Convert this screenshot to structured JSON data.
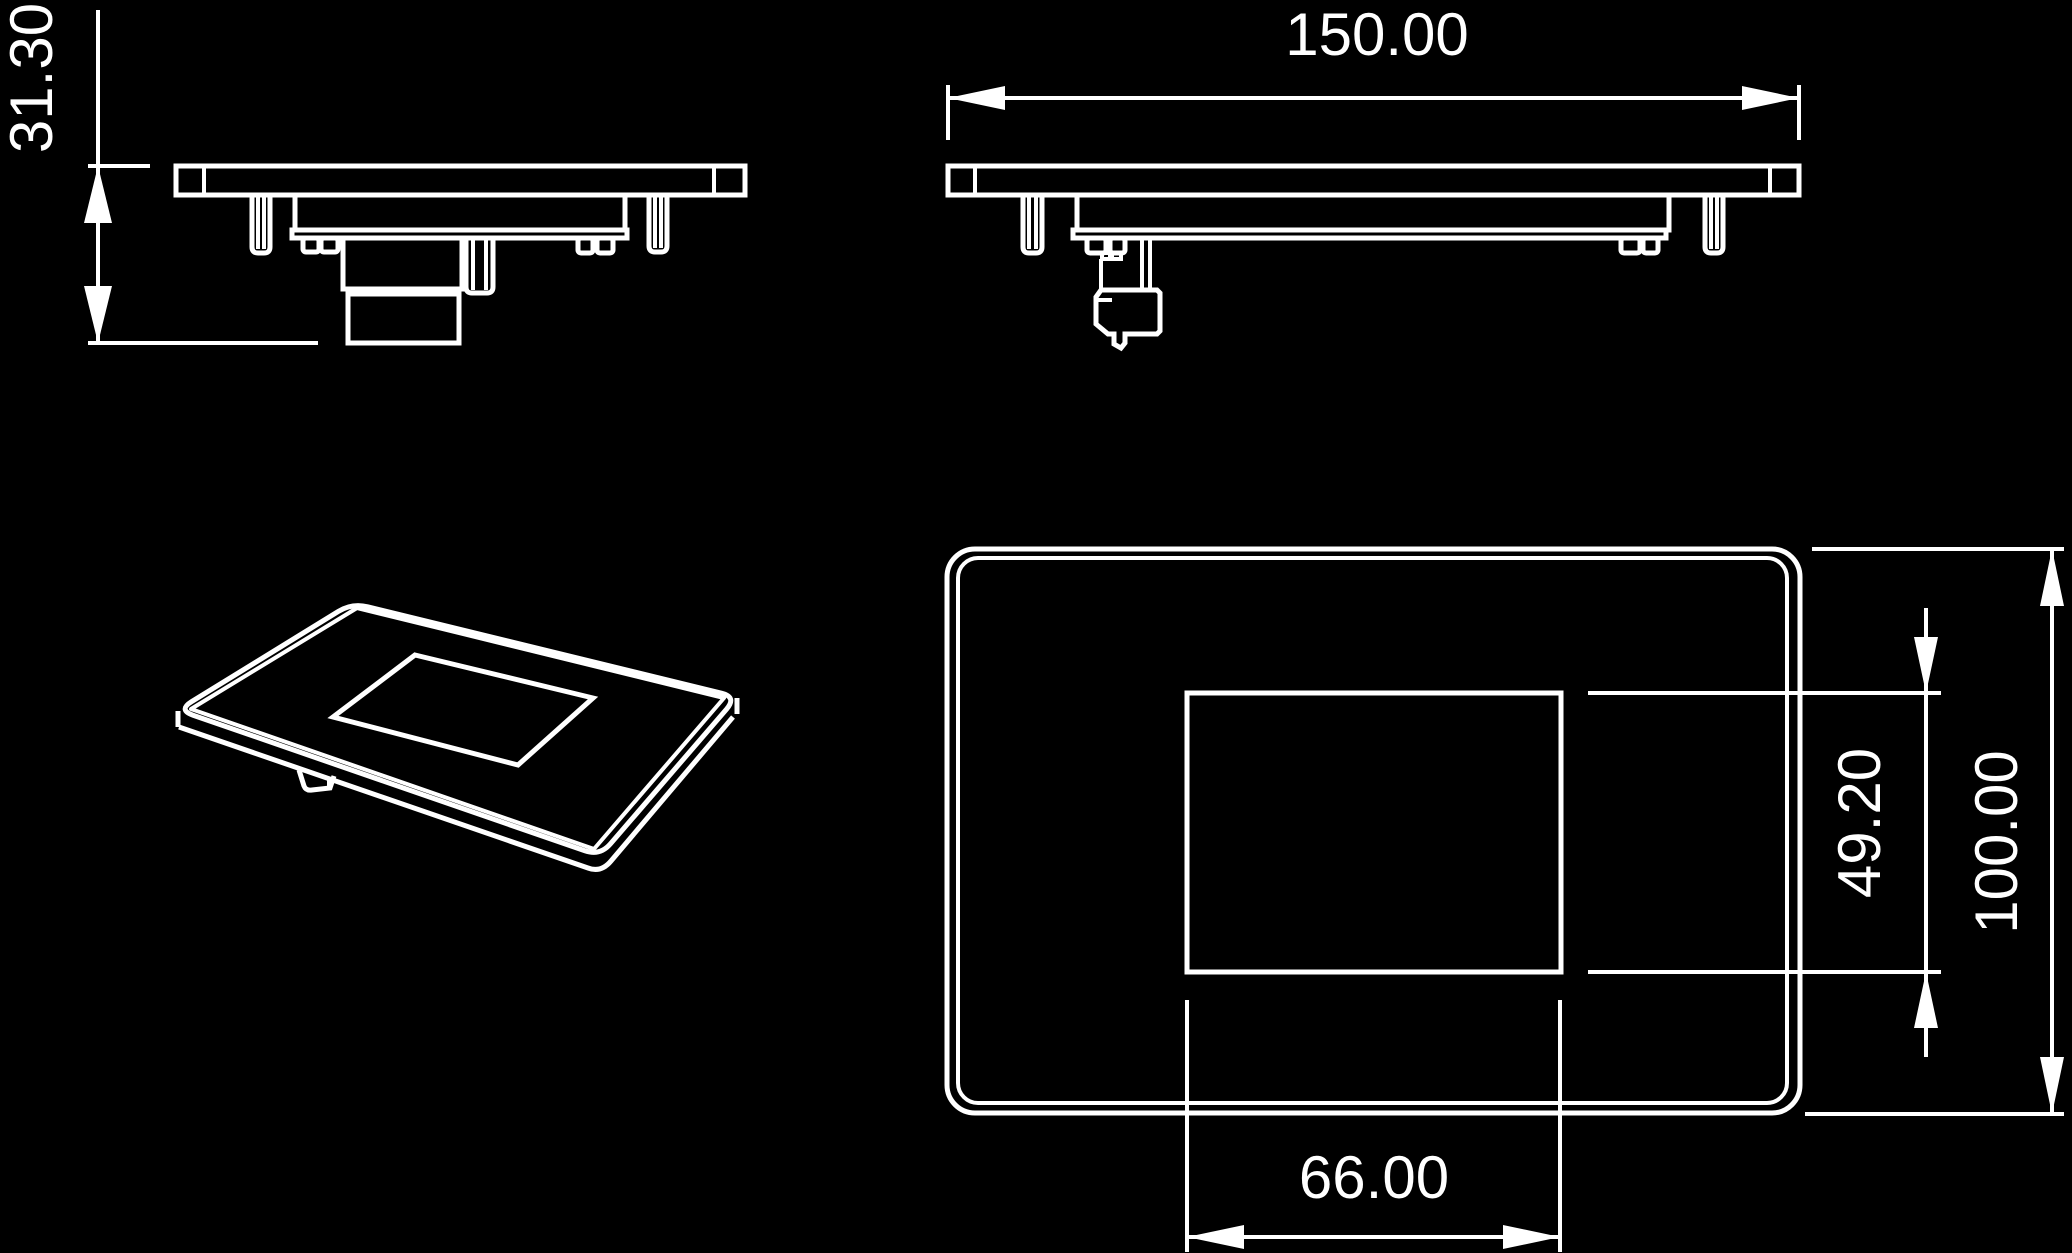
{
  "drawing": {
    "background_color": "#000000",
    "line_color": "#ffffff",
    "text_color": "#ffffff",
    "dimensions": {
      "total_depth": "31.30",
      "panel_width": "150.00",
      "window_height": "49.20",
      "panel_height": "100.00",
      "window_width": "66.00"
    }
  }
}
